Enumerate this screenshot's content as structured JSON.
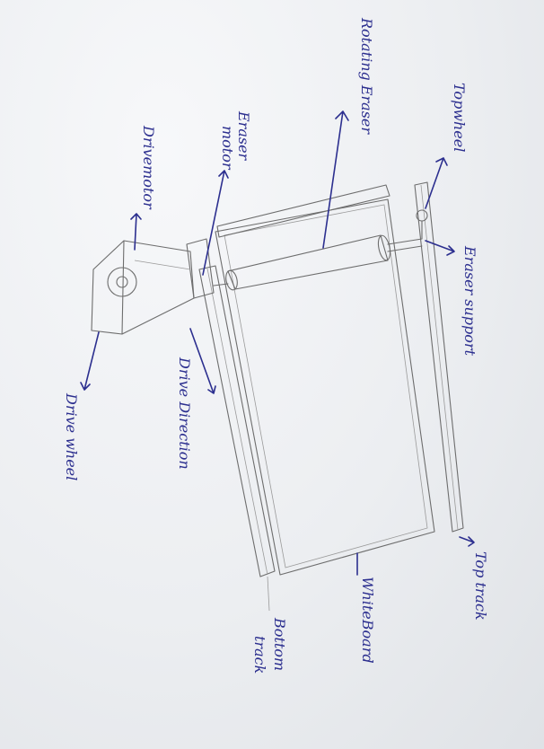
{
  "labels": {
    "rotating_eraser": "Rotating Eraser",
    "top_wheel": "Topwheel",
    "eraser_motor_line1": "Eraser",
    "eraser_motor_line2": "motor",
    "drive_motor": "Drivemotor",
    "eraser_support": "Eraser support",
    "drive_direction": "Drive Direction",
    "drive_wheel": "Drive wheel",
    "top_track": "Top track",
    "white_board": "WhiteBoard",
    "bottom_track_line1": "Bottom",
    "bottom_track_line2": "track"
  },
  "colors": {
    "ink": "#2c2f8f",
    "pencil": "#6d6d6d",
    "paper": "#eceef1"
  }
}
